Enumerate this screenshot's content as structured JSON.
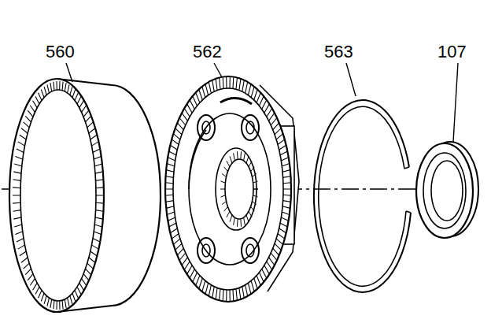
{
  "diagram": {
    "labels": [
      "560",
      "562",
      "563",
      "107"
    ]
  }
}
